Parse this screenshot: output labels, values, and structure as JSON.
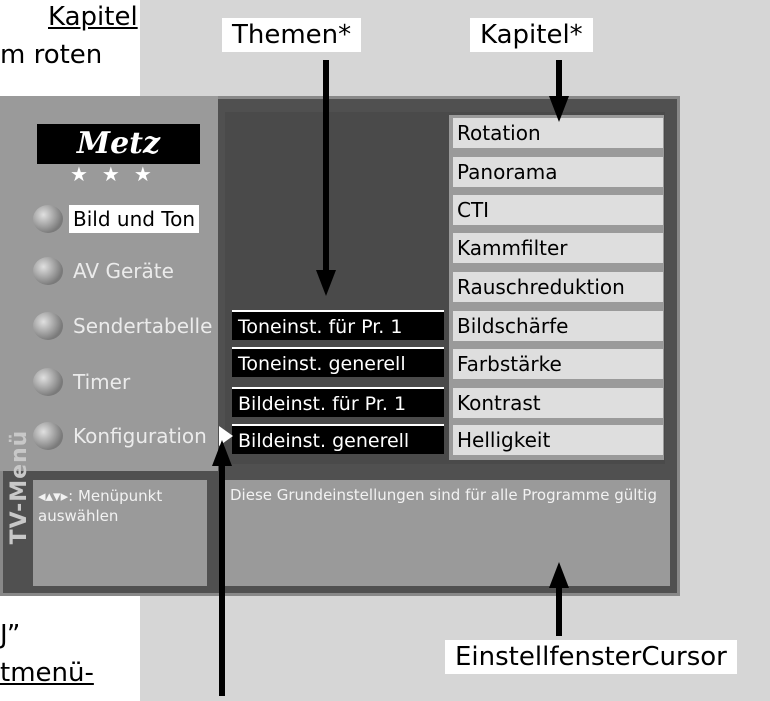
{
  "callouts": {
    "top_left_line1": "Kapitel",
    "top_left_line2": "m roten",
    "themen": "Themen*",
    "kapitel": "Kapitel*",
    "bottom_left_line1": "J”",
    "bottom_left_line2": "tmenü-",
    "einstellfenster": "EinstellfensterCursor"
  },
  "tv": {
    "side_label": "TV-Menü",
    "logo": "Metz",
    "stars": "★★★",
    "menu": [
      {
        "label": "Bild und Ton",
        "active": true
      },
      {
        "label": "AV Geräte",
        "active": false
      },
      {
        "label": "Sendertabelle",
        "active": false
      },
      {
        "label": "Timer",
        "active": false
      },
      {
        "label": "Konfiguration",
        "active": false
      }
    ],
    "topics": [
      "Toneinst. für Pr. 1",
      "Toneinst. generell",
      "Bildeinst. für Pr. 1",
      "Bildeinst. generell"
    ],
    "chapters": [
      "Rotation",
      "Panorama",
      "CTI",
      "Kammfilter",
      "Rauschreduktion",
      "Bildschärfe",
      "Farbstärke",
      "Kontrast",
      "Helligkeit"
    ],
    "help_symbol": "◂▴▾▸",
    "help_text": ": Menüpunkt auswählen",
    "info_text": "Diese Grundeinstellungen sind für alle Programme gültig"
  }
}
